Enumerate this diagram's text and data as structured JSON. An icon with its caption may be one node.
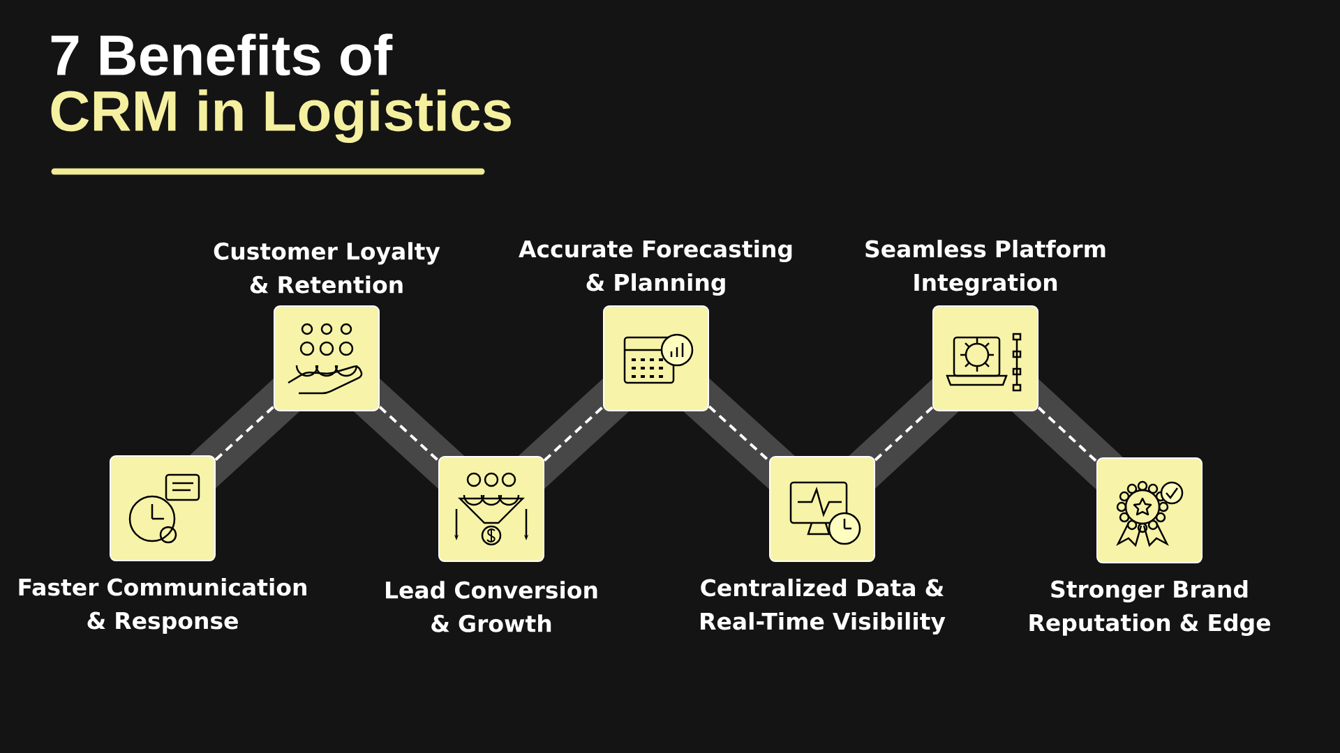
{
  "diagram": {
    "title": "7 Benefits of",
    "nodes": [
      {
        "text": [
          "Faster Communication & Response"
        ]
      },
      {
        "text": [
          "Customer Loyalty & Retention"
        ]
      },
      {
        "text": [
          "Lead Conversion & Growth"
        ]
      },
      {
        "text": [
          "Accurate Forecasting & Planning"
        ]
      },
      {
        "text": [
          "Centralized Data & Real-Time Visibility"
        ]
      },
      {
        "text": [
          "Seamless Platform Integration"
        ]
      },
      {
        "text": [
          "Stronger Brand Reputation & Edge"
        ]
      }
    ],
    "edges": [
      {
        "from": 0,
        "to": 1,
        "arrow": "none",
        "style": "dashed"
      },
      {
        "from": 1,
        "to": 2,
        "arrow": "none",
        "style": "dashed"
      },
      {
        "from": 2,
        "to": 3,
        "arrow": "none",
        "style": "dashed"
      },
      {
        "from": 3,
        "to": 4,
        "arrow": "none",
        "style": "dashed"
      },
      {
        "from": 4,
        "to": 5,
        "arrow": "none",
        "style": "dashed"
      },
      {
        "from": 5,
        "to": 6,
        "arrow": "none",
        "style": "dashed"
      }
    ],
    "labels": [
      "CRM in Logistics"
    ]
  }
}
